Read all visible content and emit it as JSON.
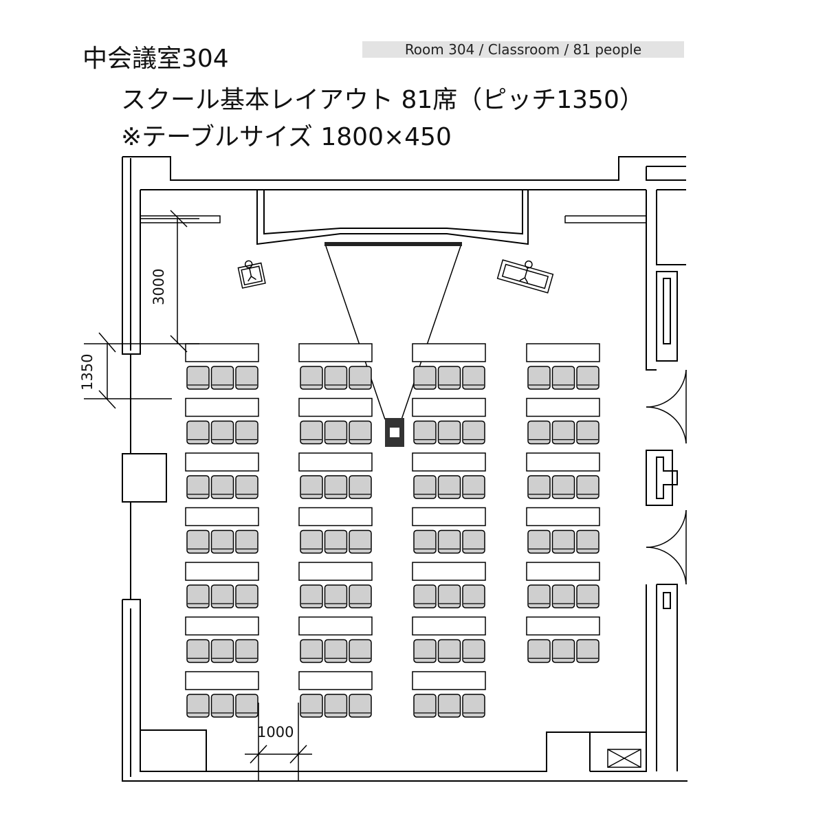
{
  "header": {
    "room_title": "中会議室304",
    "badge": "Room 304 / Classroom / 81 people",
    "layout_line": "スクール基本レイアウト 81席（ピッチ1350）",
    "table_size_line": "※テーブルサイズ 1800×450"
  },
  "dimensions": {
    "front_clearance": "3000",
    "row_pitch": "1350",
    "aisle_width": "1000"
  },
  "layout": {
    "rows": 7,
    "columns": 4,
    "seats_per_table": 3,
    "tables_per_column": [
      7,
      7,
      7,
      6
    ]
  }
}
